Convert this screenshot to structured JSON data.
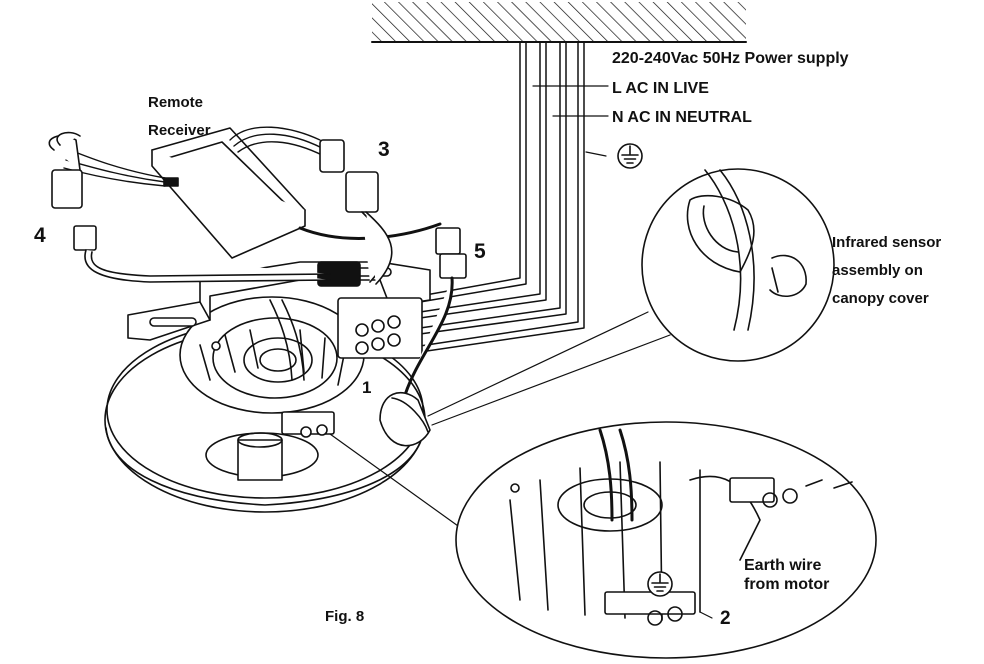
{
  "labels": {
    "power_supply": "220-240Vac 50Hz Power supply",
    "live": "L AC IN LIVE",
    "neutral": "N AC IN NEUTRAL",
    "remote_line1": "Remote",
    "remote_line2": "Receiver",
    "infrared_line1": "Infrared sensor",
    "infrared_line2": "assembly on",
    "infrared_line3": "canopy cover",
    "earth_line1": "Earth wire",
    "earth_line2": "from motor",
    "figure": "Fig. 8"
  },
  "callouts": {
    "n1": "1",
    "n2": "2",
    "n3": "3",
    "n4": "4",
    "n5": "5"
  }
}
